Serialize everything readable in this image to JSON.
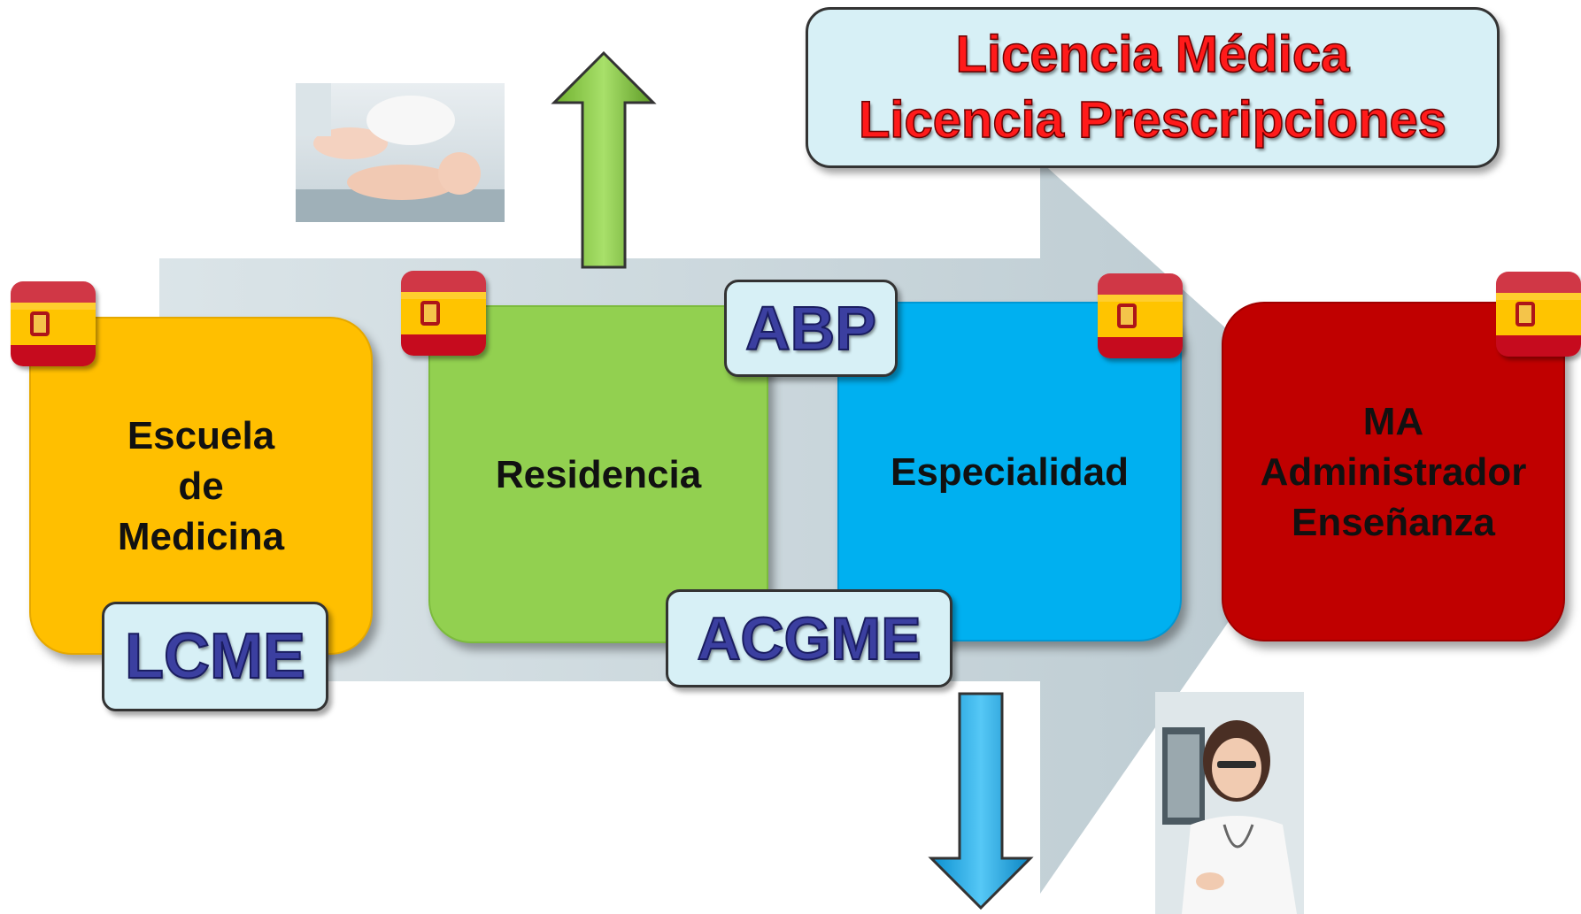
{
  "stages": [
    {
      "id": "escuela",
      "label": "Escuela\nde\nMedicina",
      "color": "#ffbf00"
    },
    {
      "id": "residencia",
      "label": "Residencia",
      "color": "#92d050"
    },
    {
      "id": "especialidad",
      "label": "Especialidad",
      "color": "#00b0f0"
    },
    {
      "id": "ma",
      "label": "MA\nAdministrador\nEnseñanza",
      "color": "#c00000"
    }
  ],
  "accreditors": {
    "lcme": "LCME",
    "abp": "ABP",
    "acgme": "ACGME"
  },
  "licencia": {
    "line1": "Licencia Médica",
    "line2": "Licencia Prescripciones"
  },
  "arrows": {
    "up": {
      "color": "#92d050",
      "direction": "up"
    },
    "down": {
      "color": "#00b0f0",
      "direction": "down"
    }
  },
  "icons": {
    "flag": "spain-flag-icon",
    "photo_1": "pediatric-exam-photo",
    "photo_2": "doctor-with-xray-photo"
  }
}
